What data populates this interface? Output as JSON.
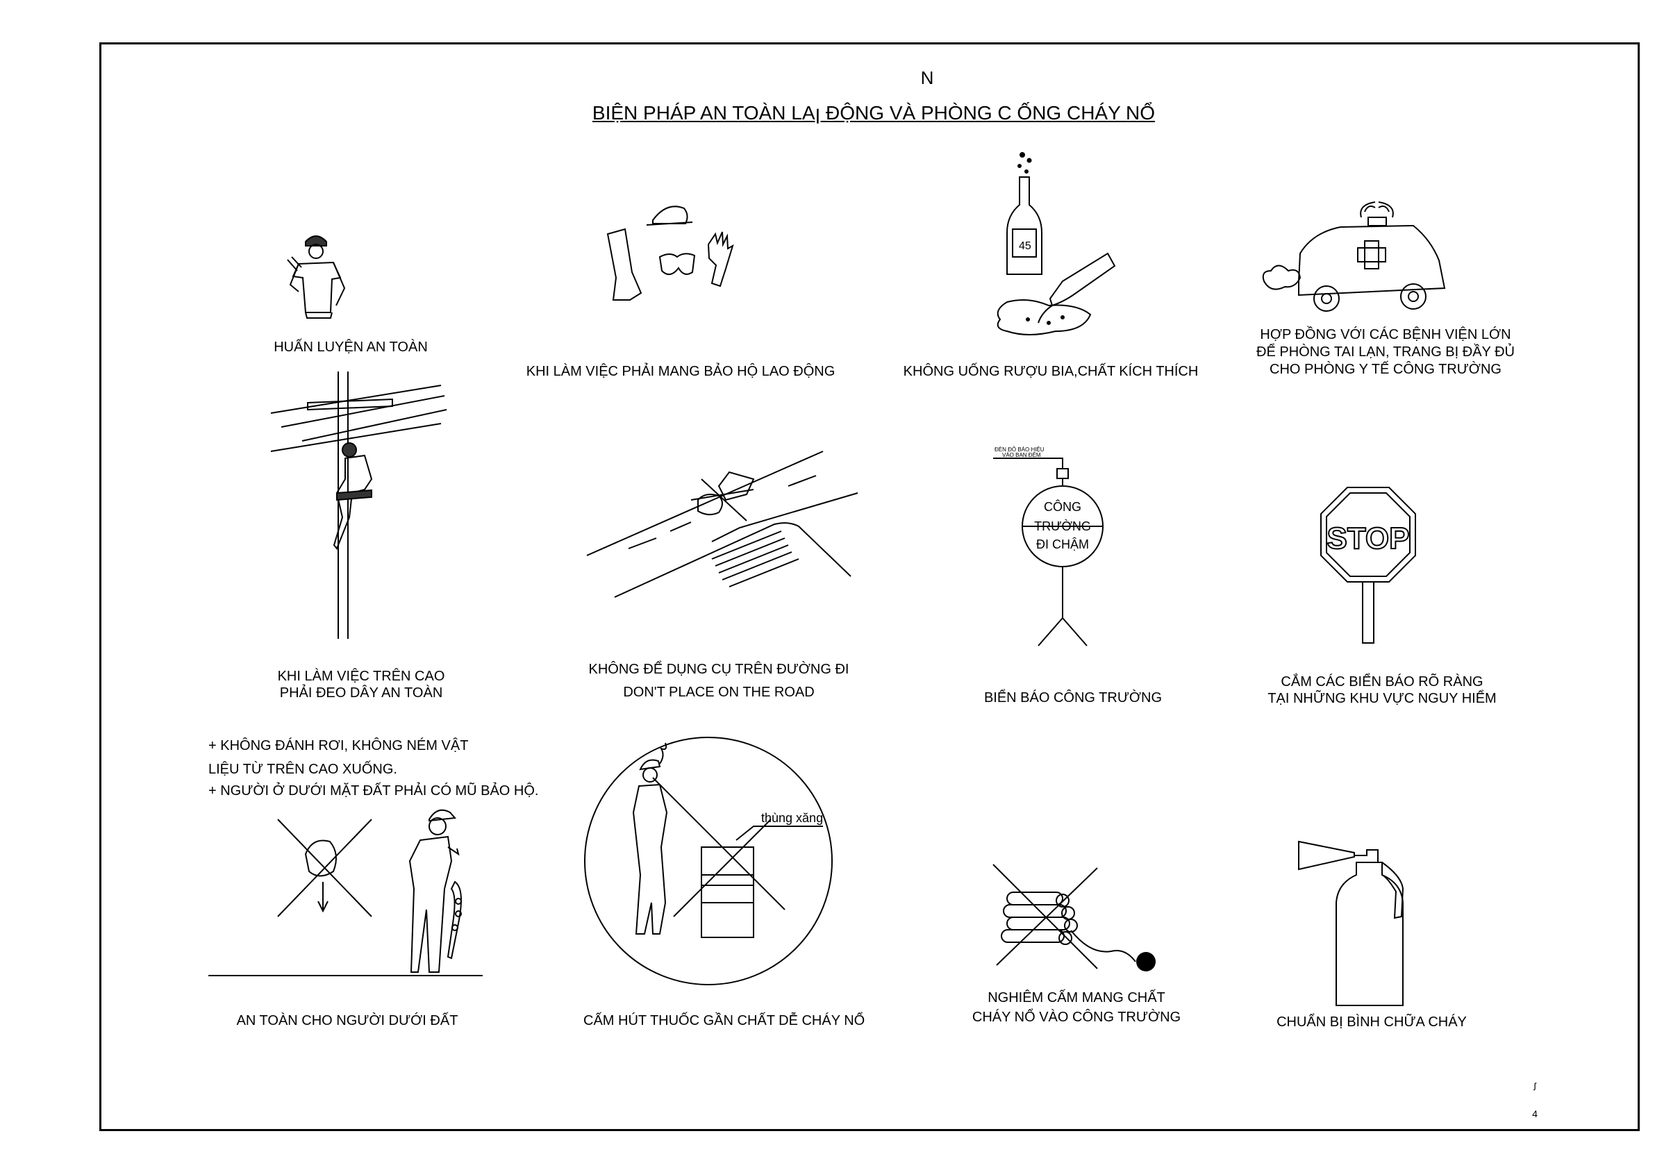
{
  "header": {
    "letter": "N",
    "title": "BIỆN PHÁP AN TOÀN LAꞁ ĐỘNG VÀ PHÒNG C  ỐNG CHÁY NỔ"
  },
  "panels": {
    "training": "HUẤN LUYỆN AN TOÀN",
    "ppe": "KHI LÀM VIỆC PHẢI MANG BẢO HỘ LAO ĐỘNG",
    "no_alcohol": "KHÔNG UỐNG RƯỢU BIA,CHẤT KÍCH THÍCH",
    "hospital": [
      "HỢP ĐỒNG VỚI CÁC BỆNH VIỆN LỚN",
      "ĐỂ PHÒNG TAI LẠN, TRANG BỊ ĐẦY ĐỦ",
      "CHO PHÒNG Y TẾ CÔNG TRƯỜNG"
    ],
    "height": [
      "KHI LÀM VIỆC TRÊN CAO",
      "PHẢI ĐEO DÂY AN TOÀN"
    ],
    "road": [
      "KHÔNG ĐỂ DỤNG CỤ TRÊN ĐƯỜNG ĐI",
      "DON'T PLACE ON THE ROAD"
    ],
    "site_sign": "BIỂN BÁO CÔNG TRƯỜNG",
    "danger_signs": [
      "CẮM CÁC BIỂN BÁO RÕ RÀNG",
      "TẠI NHỮNG KHU VỰC NGUY HIỂM"
    ],
    "falling_notes": [
      "+ KHÔNG ĐÁNH RƠI, KHÔNG NÉM VẬT",
      "LIỆU TỪ TRÊN CAO XUỐNG.",
      "+ NGƯỜI Ở DƯỚI MẶT ĐẤT PHẢI CÓ MŨ BẢO HỘ."
    ],
    "ground_safety": "AN TOÀN CHO NGƯỜI DƯỚI ĐẤT",
    "no_smoking": "CẤM HÚT THUỐC GẦN CHẤT DỄ CHÁY NỔ",
    "no_explosives": [
      "NGHIÊM CẤM MANG CHẤT",
      "CHÁY NỔ VÀO CÔNG TRƯỜNG"
    ],
    "extinguisher": "CHUẨN BỊ BÌNH CHỮA CHÁY"
  },
  "illustration_text": {
    "bottle_label": "45",
    "lamp_label": [
      "ĐÈN ĐỎ BÁO HIỆU",
      "VÀO BAN ĐÊM"
    ],
    "sign_lines": [
      "CÔNG",
      "TRƯỜNG",
      "ĐI CHẬM"
    ],
    "stop": "STOP",
    "fuel_drum": "thùng xăng"
  },
  "sheet": {
    "mark": "ꭍ",
    "number": "4"
  }
}
